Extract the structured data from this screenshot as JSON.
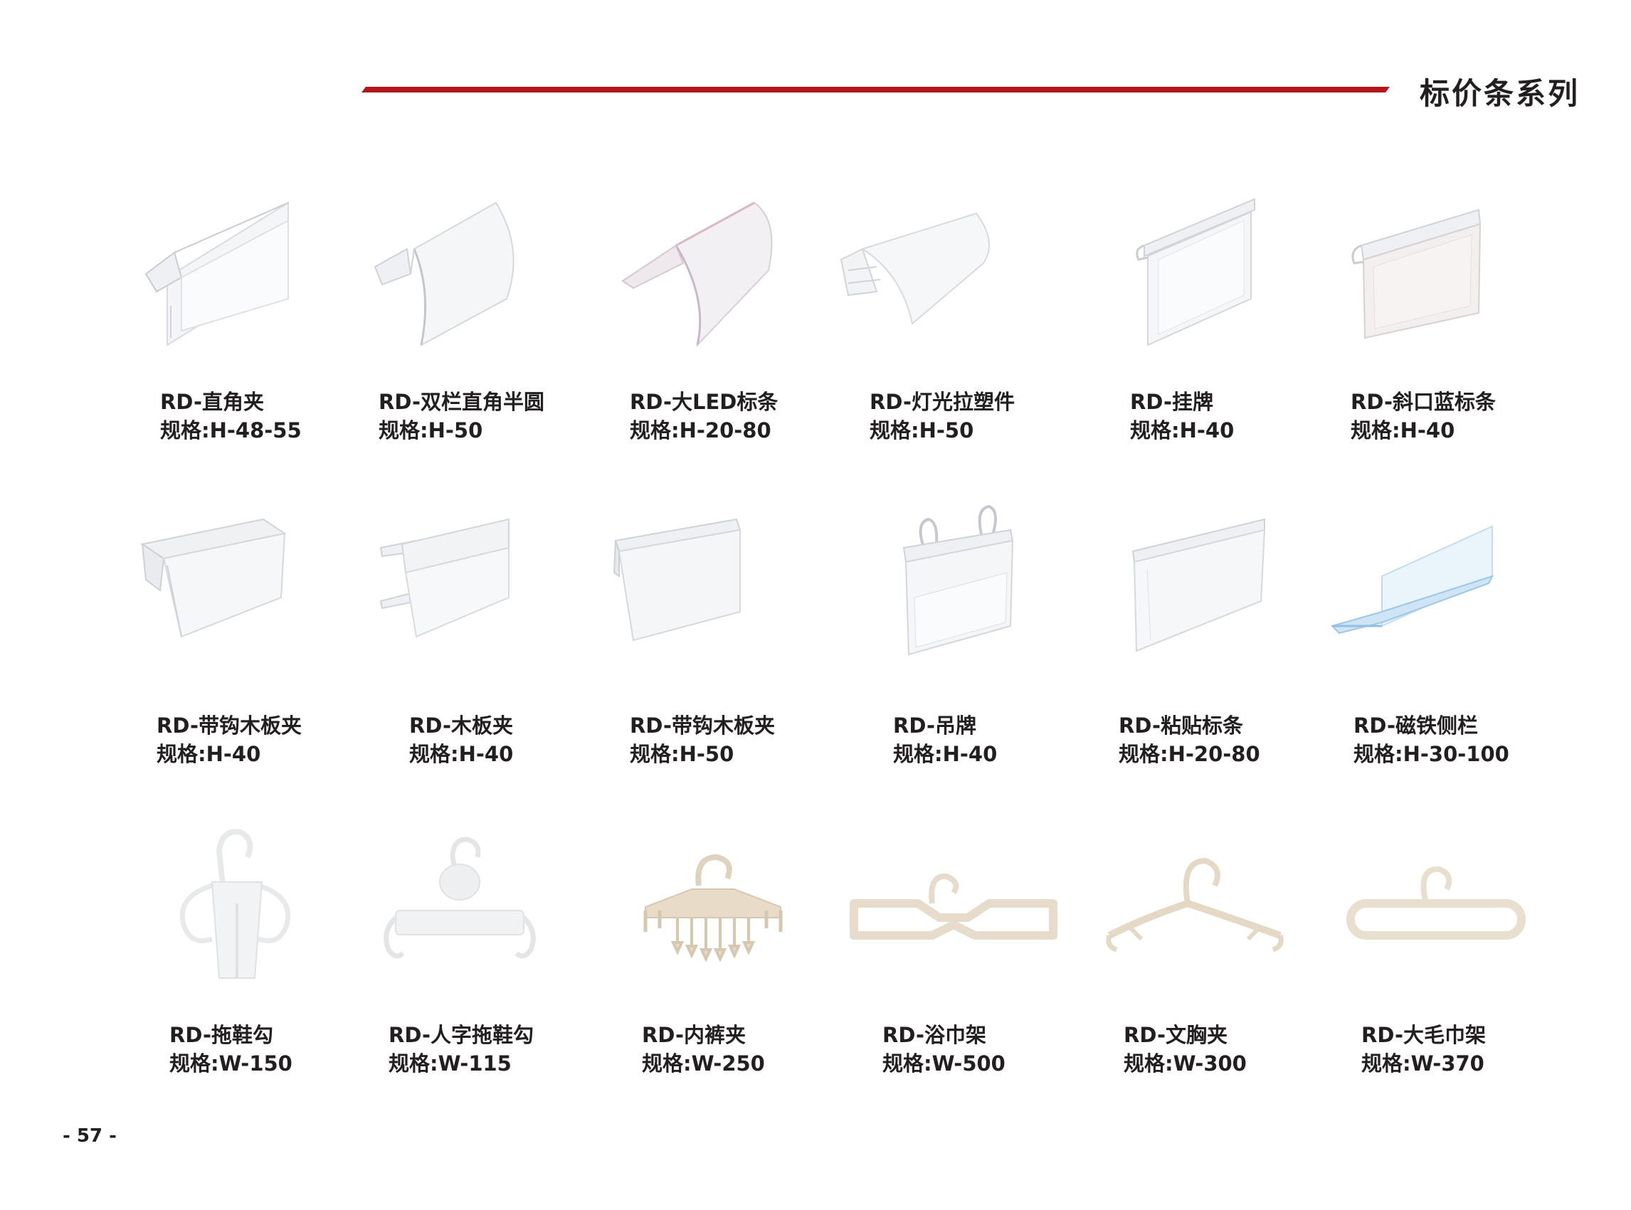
{
  "header": {
    "title": "标价条系列",
    "accent_color": "#b3171c"
  },
  "products": [
    {
      "name": "RD-直角夹",
      "spec": "规格:H-48-55",
      "icon": "right-angle-clip-icon"
    },
    {
      "name": "RD-双栏直角半圆",
      "spec": "规格:H-50",
      "icon": "double-rail-semicircle-icon"
    },
    {
      "name": "RD-大LED标条",
      "spec": "规格:H-20-80",
      "icon": "large-led-strip-icon"
    },
    {
      "name": "RD-灯光拉塑件",
      "spec": "规格:H-50",
      "icon": "light-extrusion-icon"
    },
    {
      "name": "RD-挂牌",
      "spec": "规格:H-40",
      "icon": "hang-tag-icon"
    },
    {
      "name": "RD-斜口蓝标条",
      "spec": "规格:H-40",
      "icon": "bevel-label-strip-icon"
    },
    {
      "name": "RD-带钩木板夹",
      "spec": "规格:H-40",
      "icon": "hooked-board-clip-icon"
    },
    {
      "name": "RD-木板夹",
      "spec": "规格:H-40",
      "icon": "board-clip-icon"
    },
    {
      "name": "RD-带钩木板夹",
      "spec": "规格:H-50",
      "icon": "hooked-board-clip-wide-icon"
    },
    {
      "name": "RD-吊牌",
      "spec": "规格:H-40",
      "icon": "hanging-pocket-icon"
    },
    {
      "name": "RD-粘贴标条",
      "spec": "规格:H-20-80",
      "icon": "adhesive-label-strip-icon"
    },
    {
      "name": "RD-磁铁侧栏",
      "spec": "规格:H-30-100",
      "icon": "magnetic-side-rail-icon"
    },
    {
      "name": "RD-拖鞋勾",
      "spec": "规格:W-150",
      "icon": "slipper-hook-icon"
    },
    {
      "name": "RD-人字拖鞋勾",
      "spec": "规格:W-115",
      "icon": "flip-flop-hook-icon"
    },
    {
      "name": "RD-内裤夹",
      "spec": "规格:W-250",
      "icon": "underwear-clip-hanger-icon"
    },
    {
      "name": "RD-浴巾架",
      "spec": "规格:W-500",
      "icon": "bath-towel-hanger-icon"
    },
    {
      "name": "RD-文胸夹",
      "spec": "规格:W-300",
      "icon": "bra-hanger-icon"
    },
    {
      "name": "RD-大毛巾架",
      "spec": "规格:W-370",
      "icon": "large-towel-hanger-icon"
    }
  ],
  "page_number": "- 57 -"
}
